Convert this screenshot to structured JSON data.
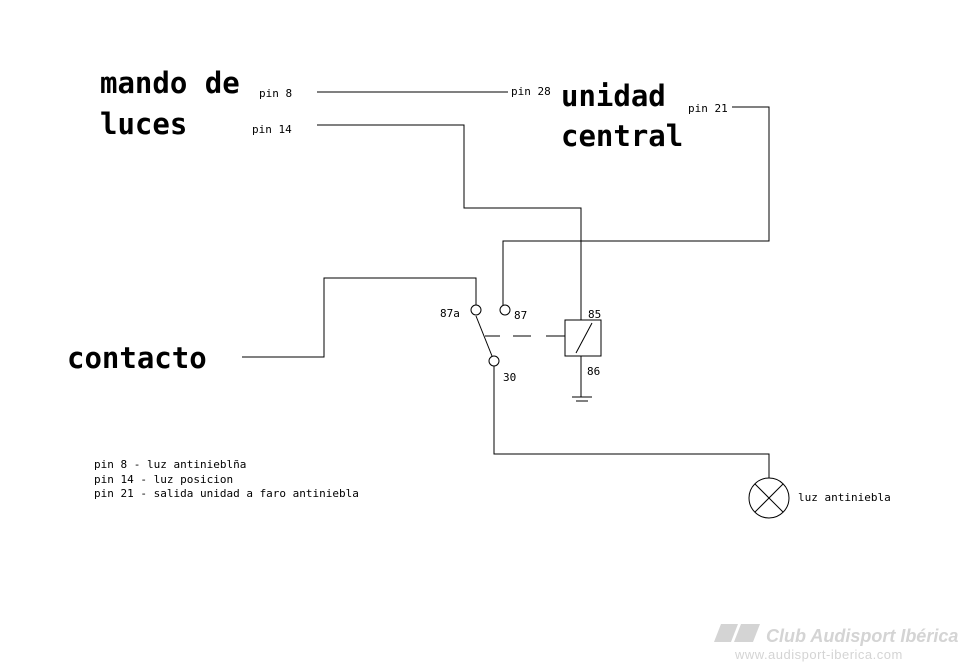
{
  "blocks": {
    "mando_line1": "mando de",
    "mando_line2": "luces",
    "unidad_line1": "unidad",
    "unidad_line2": "central",
    "contacto": "contacto"
  },
  "pins": {
    "pin8": "pin 8",
    "pin14": "pin 14",
    "pin28": "pin 28",
    "pin21": "pin 21"
  },
  "relay": {
    "t87a": "87a",
    "t87": "87",
    "t85": "85",
    "t86": "86",
    "t30": "30"
  },
  "lamp_label": "luz antiniebla",
  "legend": [
    "pin 8 - luz antinieblña",
    "pin 14 - luz posicion",
    "pin 21 - salida unidad a faro antiniebla"
  ],
  "watermark": {
    "brand": "Club Audisport Ibérica",
    "url": "www.audisport-iberica.com"
  },
  "colors": {
    "ink": "#000000",
    "background": "#ffffff",
    "watermark": "#d4d4d4"
  }
}
